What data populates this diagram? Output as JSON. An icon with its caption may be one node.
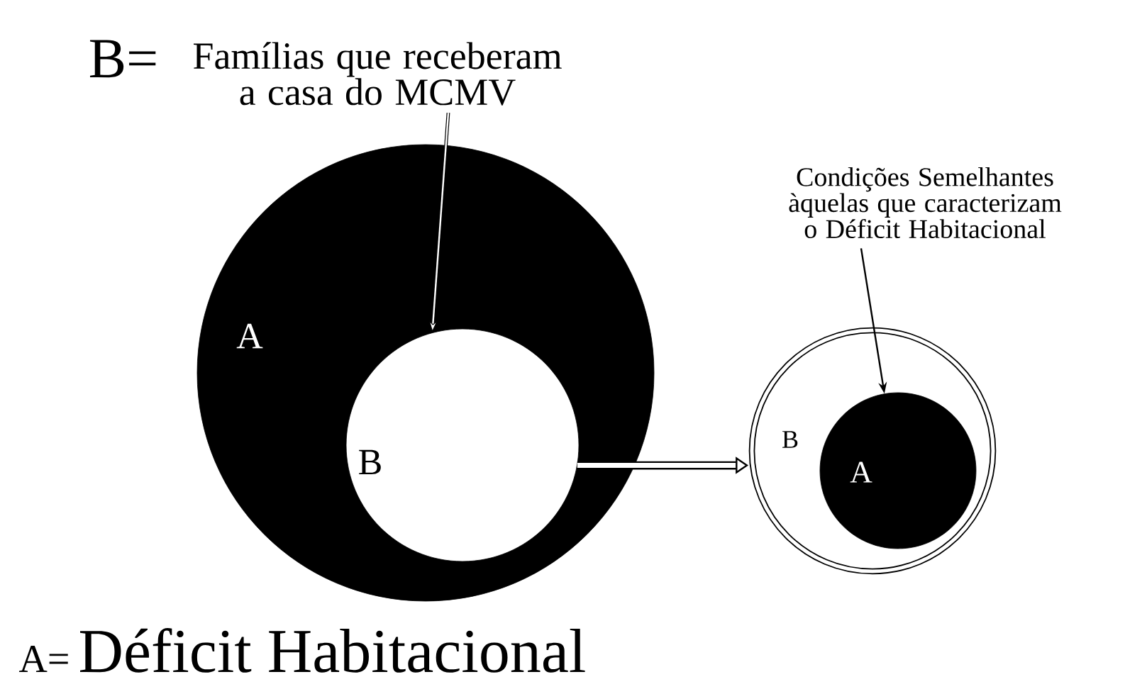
{
  "diagram": {
    "nodes": [
      {
        "text": [
          "B=",
          "Famílias que receberam a casa do MCMV"
        ]
      },
      {
        "text": [
          "A"
        ]
      },
      {
        "text": [
          "B"
        ],
        "in": 1
      },
      {
        "text": [
          "Condições Semelhantes àquelas que caracterizam o Déficit Habitacional"
        ]
      },
      {
        "text": [
          "B"
        ]
      },
      {
        "text": [
          "A"
        ],
        "in": 4
      }
    ],
    "edges": [
      {
        "from": 0,
        "to": 2,
        "arrow": "to"
      },
      {
        "from": 2,
        "to": 4,
        "arrow": "to",
        "style": "thick"
      },
      {
        "from": 3,
        "to": 5,
        "arrow": "to"
      }
    ],
    "labels": [
      "A=",
      "Déficit Habitacional"
    ]
  }
}
